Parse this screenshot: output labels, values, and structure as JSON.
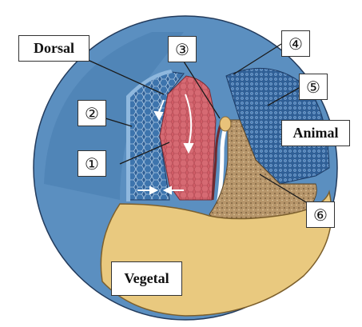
{
  "labels": {
    "dorsal": "Dorsal",
    "animal": "Animal",
    "vegetal": "Vegetal"
  },
  "markers": {
    "m1": "①",
    "m2": "②",
    "m3": "③",
    "m4": "④",
    "m5": "⑤",
    "m6": "⑥"
  },
  "colors": {
    "blastocoel_blue": "#4a7fb0",
    "cell_blue": "#3566a0",
    "mesoderm_red": "#c0505a",
    "yolk": "#e9c97f",
    "endoderm_brown": "#a88a5e"
  }
}
